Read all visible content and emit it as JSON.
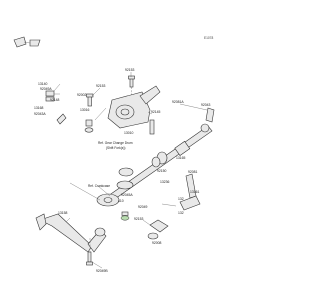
{
  "diagram": {
    "code": "E1078",
    "references": [
      "Ref. Gear Change Drum",
      "(Shift Fork(s))",
      "Ref. Crankcase"
    ],
    "part_labels": [
      "92153",
      "13140",
      "92049A",
      "92148",
      "13168",
      "92043A",
      "92002",
      "92153",
      "13016",
      "13010",
      "92145",
      "92081A",
      "92043",
      "92045A",
      "410",
      "13165",
      "92150",
      "13236",
      "92081",
      "13161",
      "13158",
      "132",
      "92049",
      "92153",
      "92008",
      "92049B",
      "132"
    ]
  }
}
